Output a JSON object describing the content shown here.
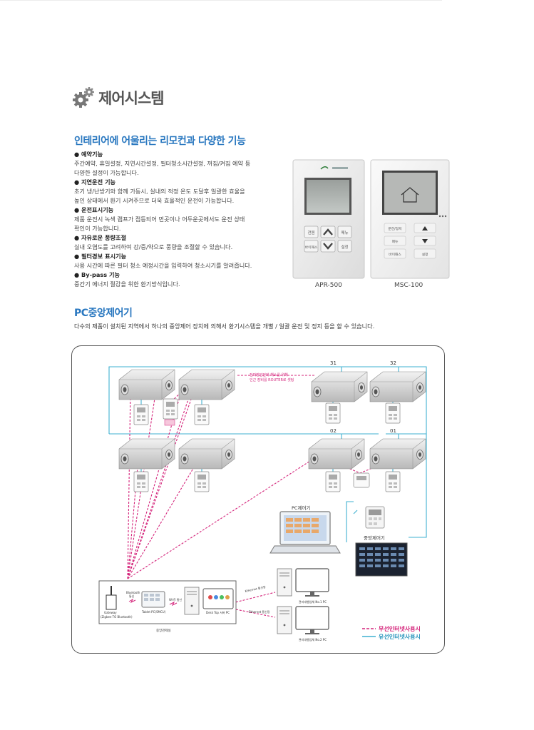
{
  "section_title": "제어시스템",
  "remote_heading": "인테리어에 어울리는 리모컨과 다양한 기능",
  "features": [
    {
      "title": "● 예약기능",
      "desc": "주간예약, 휴일설정, 지연시간설정, 필터청소시간설정, 꺼짐/켜짐 예약 등",
      "desc2": "다양한 설정이 가능합니다."
    },
    {
      "title": "● 지연운전 기능",
      "desc": "초기 냉/난방기와 함께 가동시, 실내의 적정 온도 도달후 일괄한 효율을",
      "desc2": "높인 상태에서 환기 시켜주므로 더욱 효율적인 운전이 가능합니다."
    },
    {
      "title": "● 운전표시기능",
      "desc": "제품 운전시 녹색 램프가 점등되어 먼곳이나 어두운곳에서도 운전 상태",
      "desc2": "확인이 가능합니다."
    },
    {
      "title": "● 자유로운 풍량조절",
      "desc": "실내 오염도를 고려하여 강/중/약으로 풍량을 조절할 수 있습니다.",
      "desc2": ""
    },
    {
      "title": "● 필터경보 표시기능",
      "desc": "사용 시간에 따른 필터 청소 예정시간을 입력하여 청소시기를 알려줍니다.",
      "desc2": ""
    },
    {
      "title": "● By-pass 기능",
      "desc": "중간기 에너지 절감을 위한 환기방식입니다.",
      "desc2": ""
    }
  ],
  "remotes": {
    "apr": {
      "model": "APR-500",
      "btn_tl": "전원",
      "btn_tr": "메뉴",
      "btn_bl": "바이패스",
      "btn_br": "설정"
    },
    "msc": {
      "model": "MSC-100",
      "btn_1": "운전/정지",
      "btn_2": "메뉴",
      "btn_3": "바이패스",
      "btn_4": "설정"
    }
  },
  "pc_heading": "PC중앙제어기",
  "pc_description": "다수의 제품이 설치된 지역에서 하나의 중앙제어 장치에 의해서 환기시스템을 개별 / 일괄 운전 및 정지 등을 할 수 있습니다.",
  "diagram": {
    "unit_numbers": {
      "n31": "31",
      "n32": "32",
      "n02": "02",
      "n01": "01"
    },
    "router_note_1": "전파방암전에 해소를 위해",
    "router_note_2": "인근 장비를 ROUTER로 셋팅",
    "pc_controller_label": "PC제어기",
    "central_controller_label": "중앙제어기",
    "gateway_label_1": "Gateway",
    "gateway_label_2": "(Zigbee TO Bluetooth)",
    "bluetooth_label_1": "Bluetooth",
    "bluetooth_label_2": "통신",
    "tablet_label": "Tablet PC(SMCU)",
    "wifi_label": "Wi-Fi 통신",
    "desktop_label": "Desk Top 서버 PC",
    "control_room_label": "중앙관제실",
    "ethernet_1": "Ethernet 통신망",
    "ethernet_2": "Ethernet 통신망",
    "client1_label": "관리대행업체 No.1 PC",
    "client2_label": "관리대행업체 No.2 PC"
  },
  "legend": {
    "wireless": "무선인터넷사용시",
    "wired": "유선인터넷사용시",
    "wireless_color": "#d4237a",
    "wired_color": "#3fb0d0"
  }
}
